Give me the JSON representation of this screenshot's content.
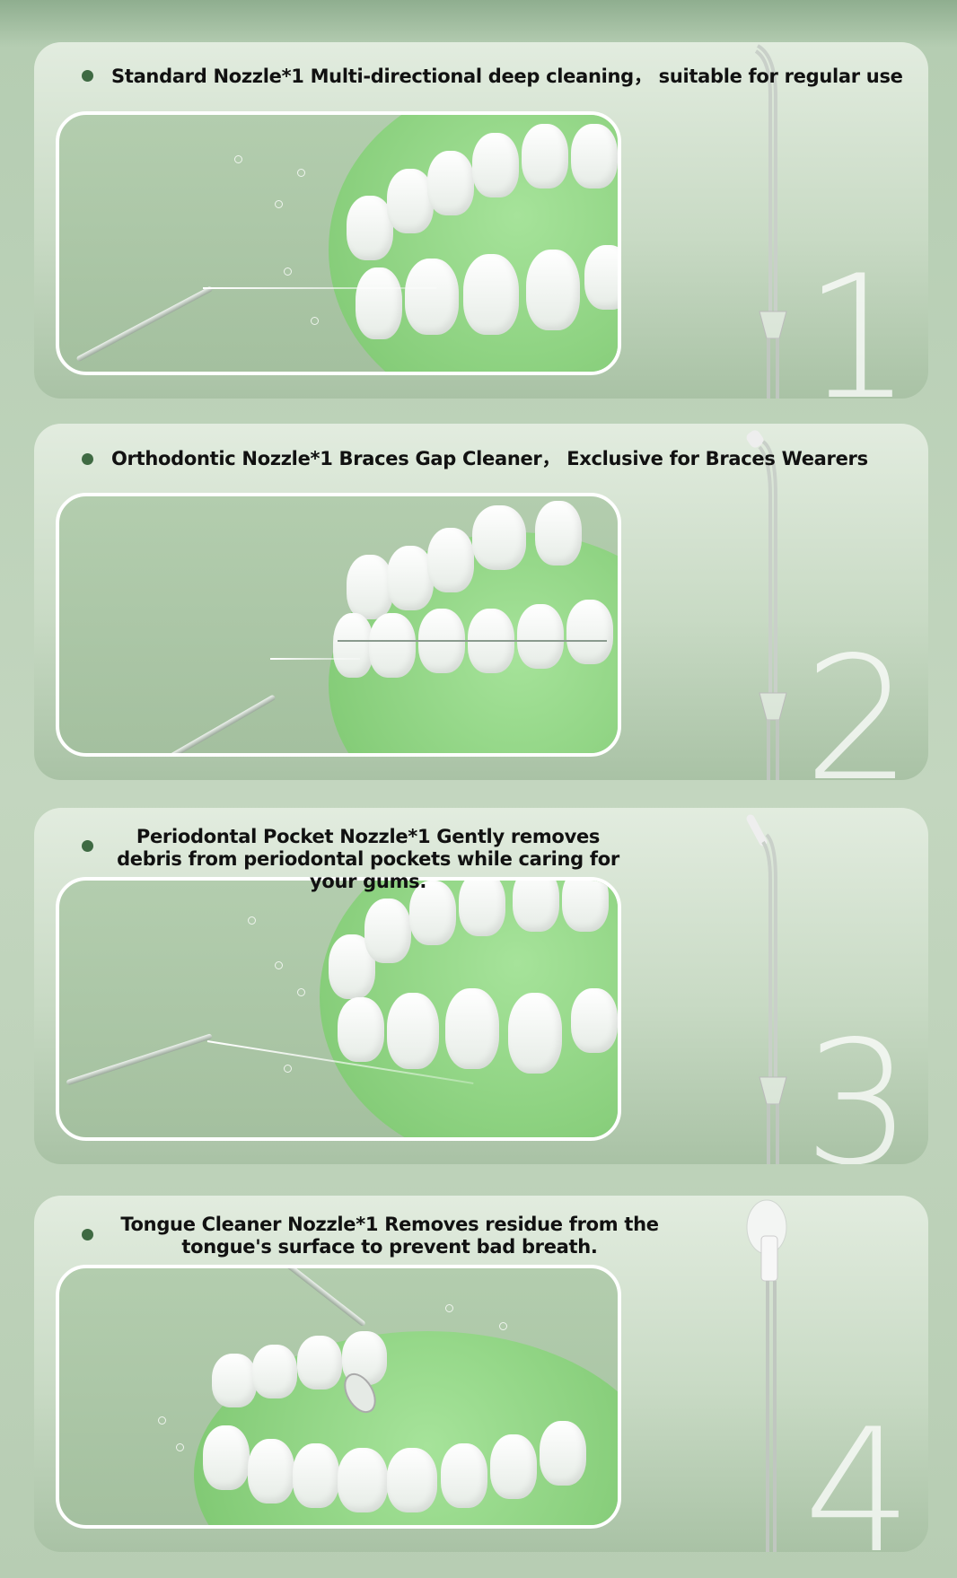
{
  "cards": [
    {
      "number": "1",
      "title": "Standard Nozzle*1 Multi-directional deep cleaning， suitable for regular use",
      "nozzle": "standard"
    },
    {
      "number": "2",
      "title": "Orthodontic Nozzle*1 Braces Gap Cleaner， Exclusive for Braces Wearers",
      "nozzle": "orthodontic"
    },
    {
      "number": "3",
      "title": "Periodontal Pocket Nozzle*1 Gently removes debris from periodontal pockets while caring for your gums.",
      "nozzle": "periodontal"
    },
    {
      "number": "4",
      "title": "Tongue Cleaner Nozzle*1 Removes residue from the tongue's surface to prevent bad breath.",
      "nozzle": "tongue"
    }
  ],
  "colors": {
    "bullet": "#3f6a43",
    "gum": "#8fd482"
  }
}
